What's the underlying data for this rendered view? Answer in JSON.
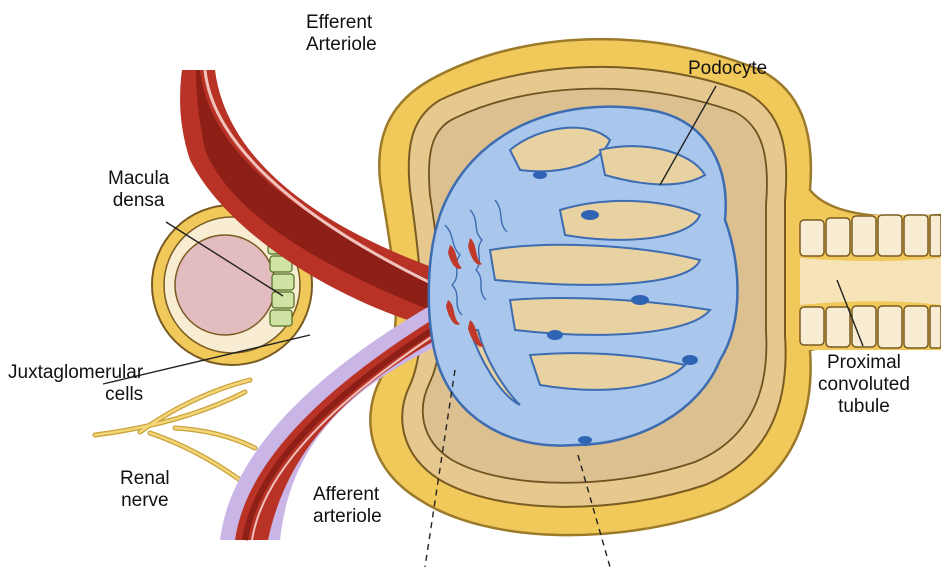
{
  "labels": {
    "efferent_arteriole": [
      "Efferent",
      "Arteriole"
    ],
    "podocyte": [
      "Podocyte"
    ],
    "macula_densa": [
      "Macula",
      "densa"
    ],
    "juxtaglomerular_cells": [
      "Juxtaglomerular",
      "cells"
    ],
    "renal_nerve": [
      "Renal",
      "nerve"
    ],
    "afferent_arteriole": [
      "Afferent",
      "arteriole"
    ],
    "proximal_convoluted_tubule": [
      "Proximal",
      "convoluted",
      "tubule"
    ]
  },
  "colors": {
    "capsule_outer": "#f0c95a",
    "capsule_inner": "#d9b98a",
    "space": "#f4dcae",
    "capillary": "#a9c6ec",
    "capillary_edge": "#3d6cb0",
    "arteriole": "#c0392b",
    "arteriole_dark": "#8e1f17",
    "lumen_pink": "#e6c4c8",
    "nerve": "#e8c25a",
    "purple_cells": "#c9b6e6",
    "green_cells": "#cfe3a4",
    "line": "#222222"
  }
}
